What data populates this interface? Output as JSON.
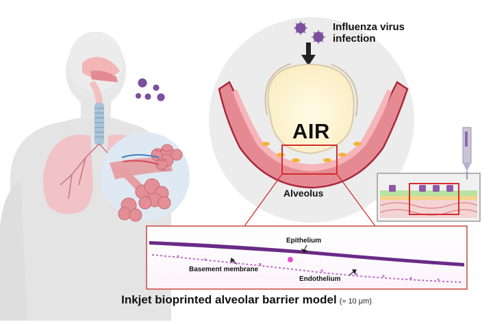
{
  "labels": {
    "virus_line1": "Influenza virus",
    "virus_line2": "infection",
    "air": "AIR",
    "alveolus": "Alveolus",
    "epithelium": "Epithelium",
    "basement_membrane": "Basement membrane",
    "endothelium": "Endothelium"
  },
  "caption": {
    "title": "Inkjet bioprinted alveolar barrier model",
    "scale": "(≈ 10 μm)"
  },
  "colors": {
    "virus": "#7d4f9e",
    "tissue_pink": "#e58a93",
    "tissue_dark": "#a8283a",
    "highlight_box": "#d42b2b",
    "stain_purple": "#6a2a86",
    "body_gray": "#e6e6e6"
  },
  "icons": [
    "human-body-icon",
    "lungs-icon",
    "virus-icon",
    "alveolus-icon",
    "bioprinted-well-icon",
    "print-nozzle-icon"
  ]
}
